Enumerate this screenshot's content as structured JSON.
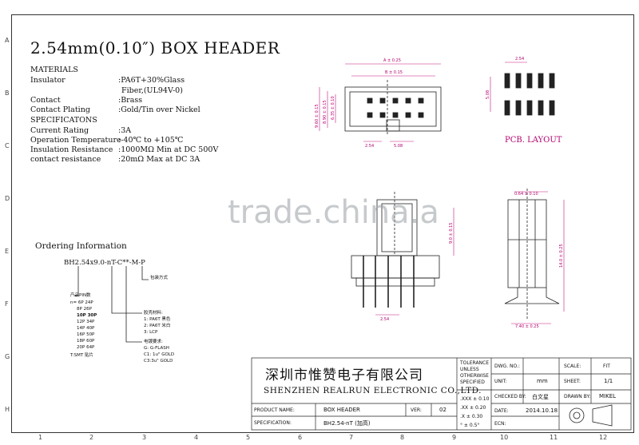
{
  "title": "2.54mm(0.10″) BOX HEADER",
  "materials": {
    "heading": "MATERIALS",
    "rows": [
      {
        "label": "Insulator",
        "value": ":PA6T+30%Glass"
      },
      {
        "label": "",
        "value": "Fiber,(UL94V-0)"
      },
      {
        "label": "Contact",
        "value": ":Brass"
      },
      {
        "label": "Contact Plating",
        "value": ":Gold/Tin over Nickel"
      }
    ]
  },
  "specs": {
    "heading": "SPECIFICATONS",
    "rows": [
      {
        "label": "Current Rating",
        "value": ":3A"
      },
      {
        "label": "Operation Temperature",
        "value": ":-40℃ to +105℃"
      },
      {
        "label": "Insulation Resistance",
        "value": ":1000MΩ Min at DC 500V"
      },
      {
        "label": "contact resistance",
        "value": ":20mΩ Max at DC 3A"
      }
    ]
  },
  "ordering": {
    "heading": "Ordering Information",
    "code": "BH2.54x9.0-nT-C**-M-P",
    "pin_label": "产品PIN数",
    "pins": [
      "n= 6P  24P",
      "8P  26P",
      "10P  30P",
      "12P  34P",
      "14P  40P",
      "16P  50P",
      "18P  60P",
      "20P  64P"
    ],
    "smt": "T:SMT 贴片",
    "pack": "包装方式",
    "material_label": "胶壳材料:",
    "materials": [
      "1: PA6T 黑色",
      "2: PA6T 米白",
      "3: LCP"
    ],
    "plating_label": "电镀要求:",
    "platings": [
      "G: G-FLASH",
      "C1: 1u\" GOLD",
      "C3:3u\" GOLD"
    ]
  },
  "pcb_layout_label": "PCB. LAYOUT",
  "watermark": "trade.china.a",
  "company": {
    "name_cn": "深圳市惟赞电子有限公司",
    "name_en": "SHENZHEN REALRUN ELECTRONIC CO.,LTD."
  },
  "title_block": {
    "product_name_label": "PRODUCT NAME:",
    "product_name": "BOX HEADER",
    "ver_label": "VER:",
    "ver": "02",
    "spec_label": "SPECIFICATION:",
    "spec": "BH2.54-nT (加高)",
    "tolerance": [
      "TOLERANCE",
      "UNLESS",
      "OTHERWISE",
      "SPECIFIED"
    ],
    "tol_rows": [
      ".XXX  ± 0.10",
      ".XX  ± 0.20",
      ".X  ± 0.30",
      "°  ± 0.5°"
    ],
    "dwg_no_label": "DWG. NO.:",
    "unit_label": "UNIT:",
    "unit": "mm",
    "checked_label": "CHECKED BY:",
    "checked": "白文星",
    "date_label": "DATE:",
    "date": "2014.10.18",
    "ecn_label": "ECN:",
    "scale_label": "SCALE:",
    "scale": "FIT",
    "sheet_label": "SHEET:",
    "sheet": "1/1",
    "drawn_label": "DRAWN BY:",
    "drawn": "MIKEL"
  },
  "zones_rows": [
    "A",
    "B",
    "C",
    "D",
    "E",
    "F",
    "G",
    "H"
  ],
  "zones_cols": [
    "1",
    "2",
    "3",
    "4",
    "5",
    "6",
    "7",
    "8",
    "9",
    "10",
    "11",
    "12"
  ],
  "dimensions": {
    "top_a": "A ± 0.25",
    "top_b": "B ± 0.15",
    "w_254": "2.54",
    "w_508": "5.08",
    "v_heights": [
      "9.60 ± 0.15",
      "8.90 ± 0.15",
      "6.35 ± 0.10"
    ],
    "pcb_top": "2.54",
    "pcb_side": "5.08",
    "front_254": "2.54",
    "front_h": "9.0 ± 0.15",
    "side_top": "0.64 ± 0.10",
    "side_h": "14.0 ± 0.25",
    "side_bottom": "7.40 ± 0.25"
  }
}
